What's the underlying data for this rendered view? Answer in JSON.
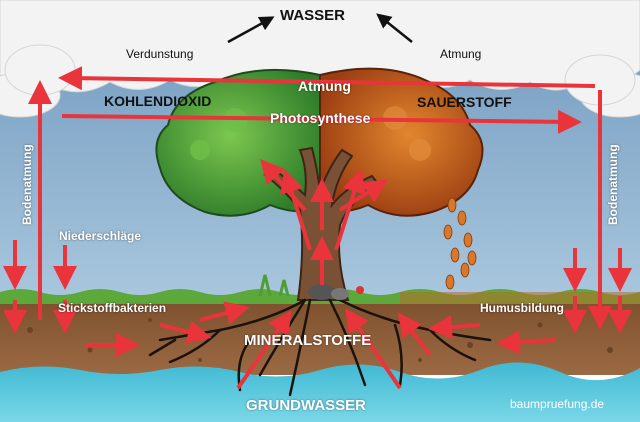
{
  "title": "WASSER",
  "labels": {
    "verdunstung": "Verdunstung",
    "atmung_top_right": "Atmung",
    "atmung_center": "Atmung",
    "kohlendioxid": "KOHLENDIOXID",
    "sauerstoff": "SAUERSTOFF",
    "photosynthese": "Photosynthese",
    "bodenatmung_left": "Bodenatmung",
    "bodenatmung_right": "Bodenatmung",
    "niederschlaege": "Niederschläge",
    "stickstoffbakterien": "Stickstoffbakterien",
    "humusbildung": "Humusbildung",
    "mineralstoffe": "MINERALSTOFFE",
    "grundwasser": "GRUNDWASSER",
    "watermark": "baumpruefung.de"
  },
  "colors": {
    "sky": "#7fa7c9",
    "cloud": "#f2f2f2",
    "arrow_red": "#e8343a",
    "soil": "#8a5a36",
    "grass": "#5da83a",
    "water": "#5cc8dc",
    "foliage_green": "#3f9a36",
    "foliage_autumn": "#c85a1c"
  }
}
